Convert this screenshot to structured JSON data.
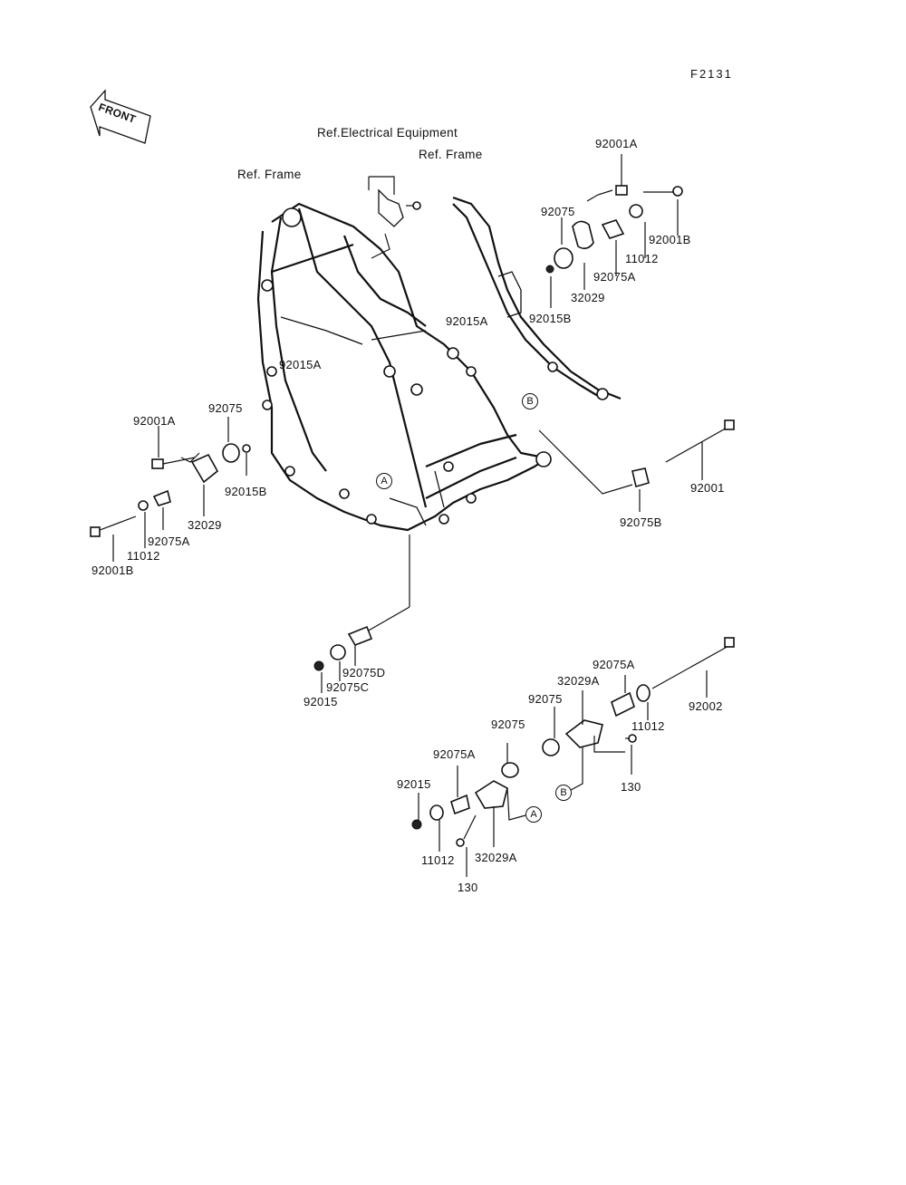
{
  "figure_id": "F2131",
  "front_label": "FRONT",
  "refs": {
    "electrical": "Ref.Electrical Equipment",
    "frame_left": "Ref. Frame",
    "frame_right": "Ref. Frame"
  },
  "callouts": {
    "a": "A",
    "b": "B"
  },
  "labels": {
    "p92001A_top": "92001A",
    "p92075_top": "92075",
    "p92001B_top": "92001B",
    "p11012_top": "11012",
    "p92075A_top": "92075A",
    "p32029_top": "32029",
    "p92015B_top": "92015B",
    "p92015A_top": "92015A",
    "p92015A_mid": "92015A",
    "p92001A_left": "92001A",
    "p92075_left": "92075",
    "p92015B_left": "92015B",
    "p32029_left": "32029",
    "p92075A_left": "92075A",
    "p11012_left": "11012",
    "p92001B_left": "92001B",
    "p92001": "92001",
    "p92075B": "92075B",
    "p92075D": "92075D",
    "p92075C": "92075C",
    "p92015_mid": "92015",
    "p92075A_br": "92075A",
    "p32029A_br": "32029A",
    "p92075_br": "92075",
    "p11012_br": "11012",
    "p92002": "92002",
    "p130_br": "130",
    "p92075_bl": "92075",
    "p92075A_bl": "92075A",
    "p92015_bl": "92015",
    "p11012_bl": "11012",
    "p32029A_bl": "32029A",
    "p130_bl": "130"
  }
}
